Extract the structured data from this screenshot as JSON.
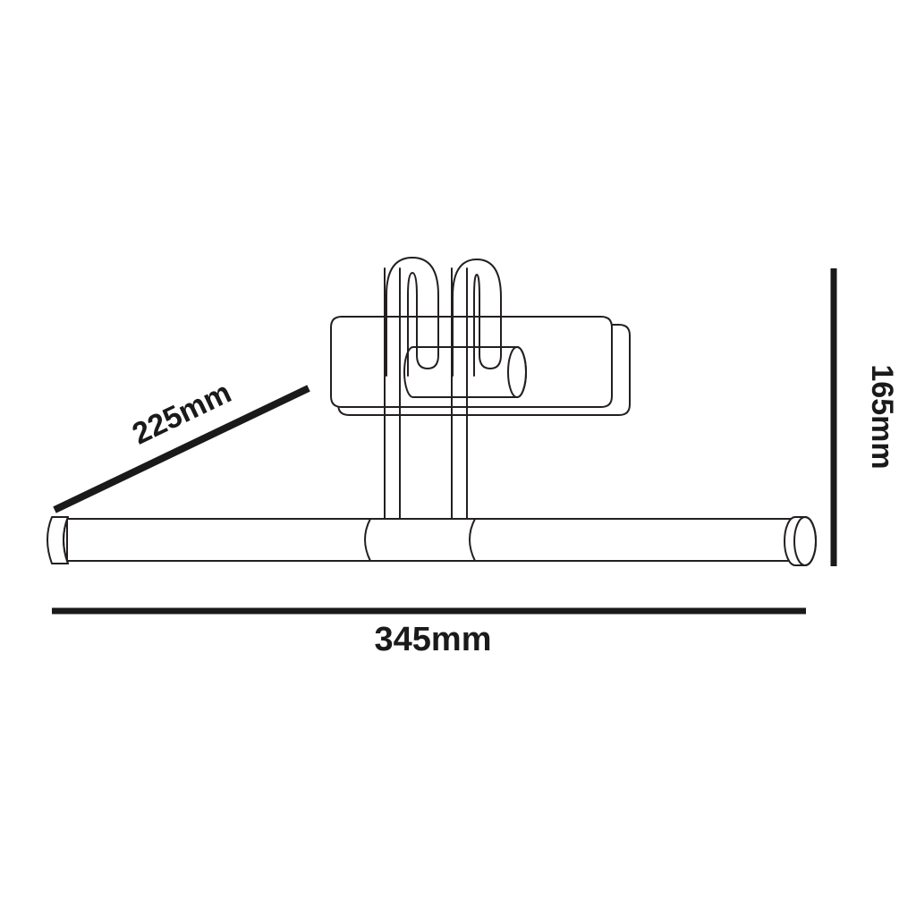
{
  "drawing": {
    "title": "Towel rail product dimension drawing",
    "type": "technical-line-drawing",
    "background_color": "#ffffff",
    "line_color": "#231f20",
    "dimension_color": "#1a1a1a"
  },
  "dimensions": {
    "width": {
      "label": "345mm",
      "value": 345,
      "unit": "mm",
      "orientation": "horizontal",
      "position": "bottom"
    },
    "depth": {
      "label": "225mm",
      "value": 225,
      "unit": "mm",
      "orientation": "diagonal",
      "position": "left"
    },
    "height": {
      "label": "165mm",
      "value": 165,
      "unit": "mm",
      "orientation": "vertical",
      "position": "right"
    }
  },
  "product_parts": {
    "rail": "horizontal-rail",
    "left_cap": "left-end-cap",
    "right_cap": "right-end-cap",
    "wall_plate": "wall-mount-plate",
    "cylinder": "plate-cylinder",
    "hook_left": "hook-arm-left",
    "hook_right": "hook-arm-right",
    "post_left": "support-post-left",
    "post_right": "support-post-right"
  }
}
